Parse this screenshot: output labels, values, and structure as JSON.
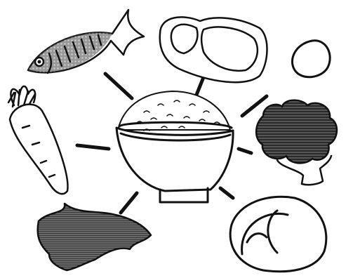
{
  "illustration": {
    "center": "rice-bowl",
    "items": [
      {
        "name": "fish",
        "icon": "fish-icon"
      },
      {
        "name": "meat",
        "icon": "meat-icon"
      },
      {
        "name": "egg",
        "icon": "egg-icon"
      },
      {
        "name": "carrot",
        "icon": "carrot-icon"
      },
      {
        "name": "broccoli",
        "icon": "broccoli-icon"
      },
      {
        "name": "seaweed",
        "icon": "seaweed-icon"
      },
      {
        "name": "cabbage",
        "icon": "cabbage-icon"
      }
    ],
    "colors": {
      "ink": "#111111",
      "paper": "#ffffff",
      "shade": "#5a5a5a"
    }
  }
}
